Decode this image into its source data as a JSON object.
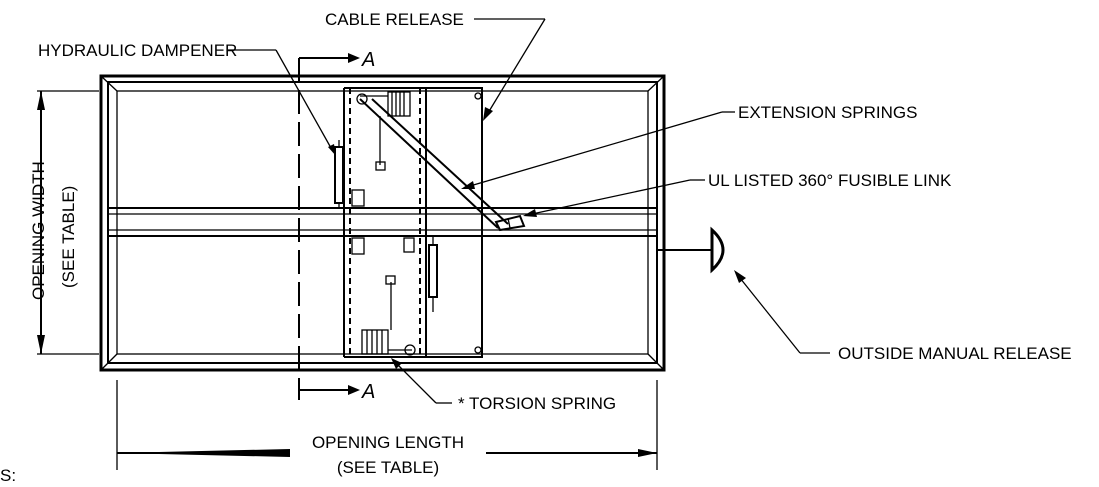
{
  "labels": {
    "cable_release": "CABLE RELEASE",
    "hydraulic_dampener": "HYDRAULIC DAMPENER",
    "section_a": "A",
    "extension_springs": "EXTENSION SPRINGS",
    "fusible_link": "UL LISTED 360° FUSIBLE LINK",
    "outside_manual_release": "OUTSIDE MANUAL RELEASE",
    "torsion_spring": "* TORSION SPRING",
    "opening_width": "OPENING WIDTH",
    "opening_width_note": "(SEE TABLE)",
    "opening_length": "OPENING LENGTH",
    "opening_length_note": "(SEE TABLE)",
    "cut_text": "S:"
  }
}
